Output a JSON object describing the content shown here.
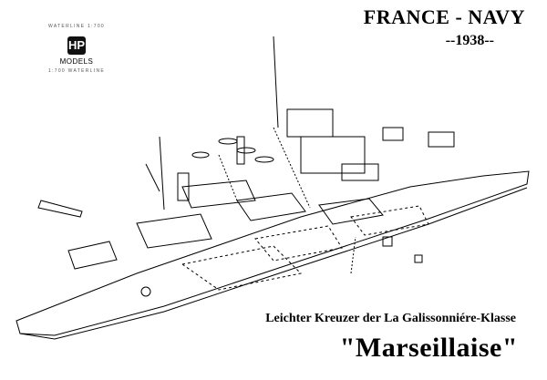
{
  "logo": {
    "badge": "HP",
    "name": "MODELS",
    "arc_top": "WATERLINE 1:700",
    "arc_bottom": "1:700 WATERLINE"
  },
  "header": {
    "title": "FRANCE - NAVY",
    "year": "--1938--"
  },
  "caption": {
    "subtitle": "Leichter Kreuzer der La Galissonniére-Klasse",
    "ship_name": "\"Marseillaise\""
  }
}
